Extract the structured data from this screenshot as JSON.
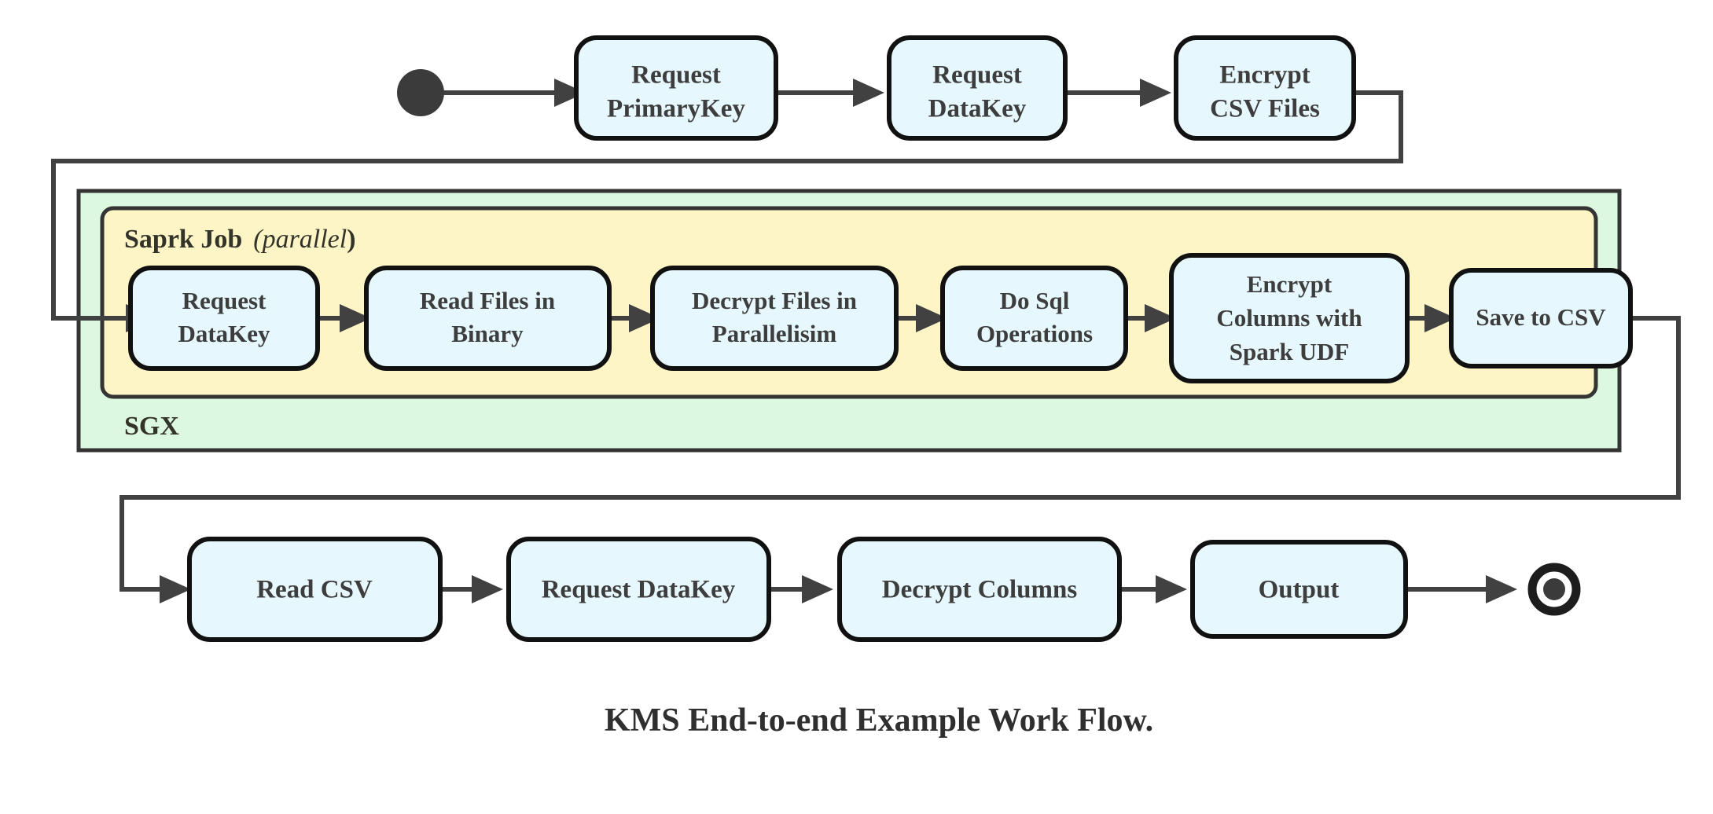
{
  "diagram": {
    "title": "KMS End-to-end Example Work Flow.",
    "colors": {
      "node_fill": "#e6f8fd",
      "node_stroke": "#111111",
      "sgx_fill": "#ddf8e0",
      "spark_fill": "#fdf5c5",
      "group_stroke": "#343434",
      "connector": "#414141",
      "text": "#3d3d3d"
    },
    "groups": [
      {
        "id": "sgx",
        "label": "SGX",
        "label_suffix": ""
      },
      {
        "id": "spark",
        "label": "Saprk Job",
        "label_suffix": "(parallel)",
        "label_italic_part": "parallel"
      }
    ],
    "markers": {
      "start": "start-node",
      "end": "end-node"
    },
    "rows": {
      "top": {
        "nodes": [
          {
            "id": "request-primarykey",
            "lines": [
              "Request",
              "PrimaryKey"
            ]
          },
          {
            "id": "request-datakey-top",
            "lines": [
              "Request",
              "DataKey"
            ]
          },
          {
            "id": "encrypt-csv-files",
            "lines": [
              "Encrypt",
              "CSV Files"
            ]
          }
        ]
      },
      "middle": {
        "nodes": [
          {
            "id": "request-datakey-mid",
            "lines": [
              "Request",
              "DataKey"
            ]
          },
          {
            "id": "read-files-in-binary",
            "lines": [
              "Read Files in",
              "Binary"
            ]
          },
          {
            "id": "decrypt-files-parallel",
            "lines": [
              "Decrypt Files in",
              "Parallelisim"
            ]
          },
          {
            "id": "do-sql-operations",
            "lines": [
              "Do Sql",
              "Operations"
            ]
          },
          {
            "id": "encrypt-columns-spark-udf",
            "lines": [
              "Encrypt",
              "Columns with",
              "Spark UDF"
            ]
          },
          {
            "id": "save-to-csv",
            "lines": [
              "Save to CSV"
            ]
          }
        ]
      },
      "bottom": {
        "nodes": [
          {
            "id": "read-csv",
            "lines": [
              "Read CSV"
            ]
          },
          {
            "id": "request-datakey-bot",
            "lines": [
              "Request DataKey"
            ]
          },
          {
            "id": "decrypt-columns",
            "lines": [
              "Decrypt Columns"
            ]
          },
          {
            "id": "output",
            "lines": [
              "Output"
            ]
          }
        ]
      }
    }
  }
}
